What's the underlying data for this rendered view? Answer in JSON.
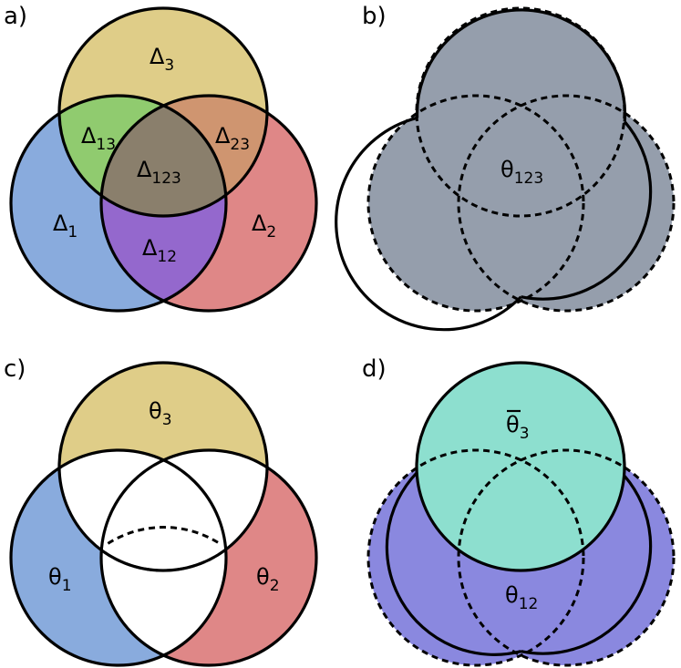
{
  "panels": {
    "a": {
      "label": "a)",
      "regions": {
        "d3": {
          "main": "Δ",
          "sub": "3",
          "color": "#dfcd88"
        },
        "d1": {
          "main": "Δ",
          "sub": "1",
          "color": "#89abdd"
        },
        "d2": {
          "main": "Δ",
          "sub": "2",
          "color": "#df8787"
        },
        "d13": {
          "main": "Δ",
          "sub": "13",
          "color": "#90cb6f"
        },
        "d23": {
          "main": "Δ",
          "sub": "23",
          "color": "#cf9570"
        },
        "d12": {
          "main": "Δ",
          "sub": "12",
          "color": "#9468cd"
        },
        "d123": {
          "main": "Δ",
          "sub": "123",
          "color": "#8a7f6c"
        }
      }
    },
    "b": {
      "label": "b)",
      "fill": "#959eac",
      "regions": {
        "t123": {
          "main": "θ",
          "sub": "123"
        }
      }
    },
    "c": {
      "label": "c)",
      "regions": {
        "t3": {
          "main": "θ",
          "sub": "3",
          "color": "#dfcd88"
        },
        "t1": {
          "main": "θ",
          "sub": "1",
          "color": "#89abdd"
        },
        "t2": {
          "main": "θ",
          "sub": "2",
          "color": "#df8787"
        }
      }
    },
    "d": {
      "label": "d)",
      "regions": {
        "t3bar": {
          "main": "θ",
          "sub": "3",
          "overline": true,
          "color": "#8ddfcf"
        },
        "t12": {
          "main": "θ",
          "sub": "12",
          "color": "#8a88df"
        }
      }
    }
  }
}
